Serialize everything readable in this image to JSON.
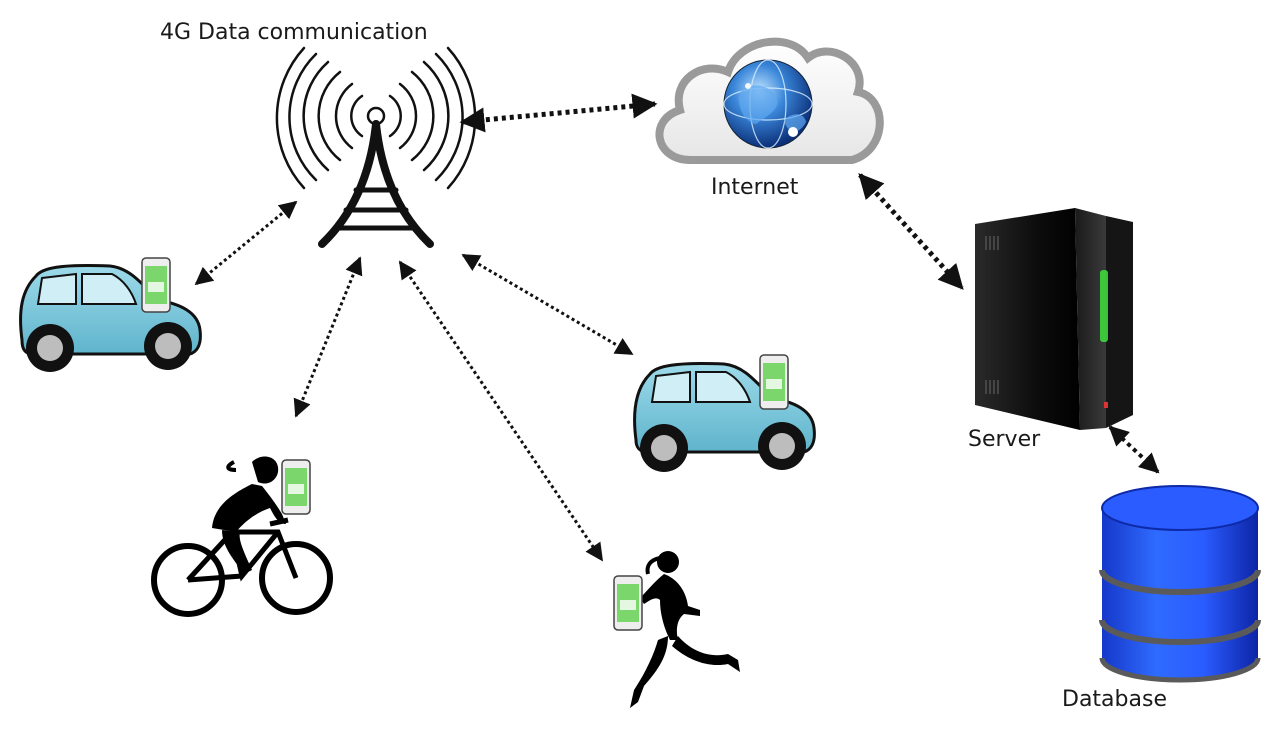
{
  "labels": {
    "tower": "4G Data communication",
    "internet": "Internet",
    "server": "Server",
    "database": "Database"
  },
  "nodes": {
    "tower": {
      "icon": "cell-tower-icon"
    },
    "internet": {
      "icon": "cloud-globe-icon"
    },
    "server": {
      "icon": "server-tower-icon",
      "led_color": "#3ee03e"
    },
    "database": {
      "icon": "database-cylinder-icon",
      "color": "#1f4dff"
    },
    "car_left": {
      "icon": "car-icon",
      "color": "#7ec8dc"
    },
    "car_right": {
      "icon": "car-icon",
      "color": "#7ec8dc"
    },
    "cyclist": {
      "icon": "cyclist-icon"
    },
    "runner": {
      "icon": "runner-icon"
    },
    "phone": {
      "icon": "smartphone-icon",
      "screen_color": "#7bd66b"
    }
  },
  "links": [
    {
      "from": "tower",
      "to": "internet",
      "style": "dotted-bidirectional"
    },
    {
      "from": "internet",
      "to": "server",
      "style": "dotted-bidirectional"
    },
    {
      "from": "server",
      "to": "database",
      "style": "dotted-bidirectional"
    },
    {
      "from": "tower",
      "to": "car_left",
      "style": "dotted-bidirectional"
    },
    {
      "from": "tower",
      "to": "cyclist",
      "style": "dotted-bidirectional"
    },
    {
      "from": "tower",
      "to": "runner",
      "style": "dotted-bidirectional"
    },
    {
      "from": "tower",
      "to": "car_right",
      "style": "dotted-bidirectional"
    }
  ]
}
